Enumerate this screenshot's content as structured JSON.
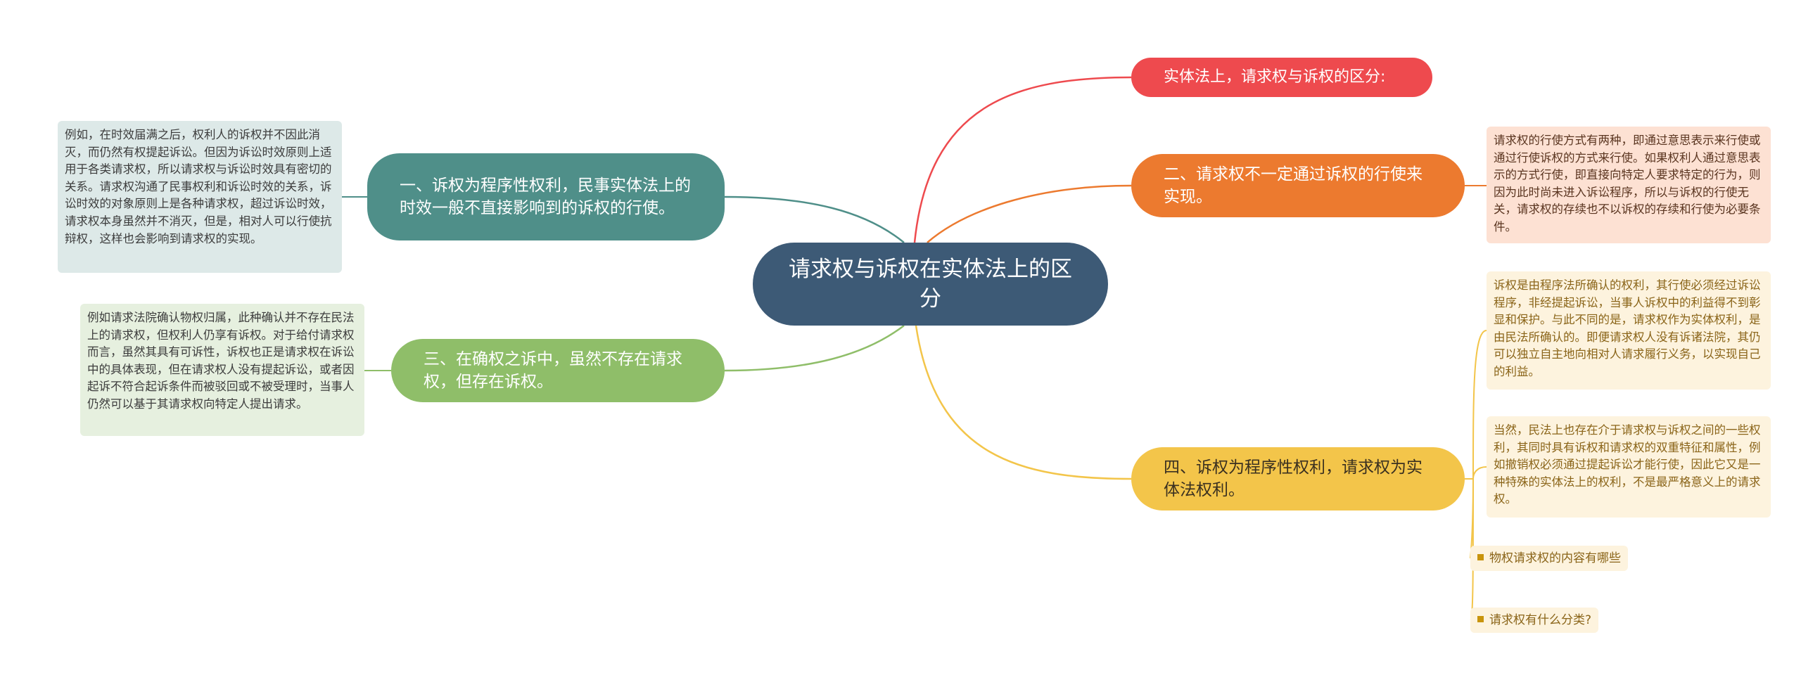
{
  "center": {
    "title": "请求权与诉权在实体法上的区分"
  },
  "branches": {
    "top_red": "实体法上，请求权与诉权的区分:",
    "one": "一、诉权为程序性权利，民事实体法上的时效一般不直接影响到的诉权的行使。",
    "two": "二、请求权不一定通过诉权的行使来实现。",
    "three": "三、在确权之诉中，虽然不存在请求权，但存在诉权。",
    "four": "四、诉权为程序性权利，请求权为实体法权利。"
  },
  "notes": {
    "one": "例如，在时效届满之后，权利人的诉权并不因此消灭，而仍然有权提起诉讼。但因为诉讼时效原则上适用于各类请求权，所以请求权与诉讼时效具有密切的关系。请求权沟通了民事权利和诉讼时效的关系，诉讼时效的对象原则上是各种请求权，超过诉讼时效，请求权本身虽然并不消灭，但是，相对人可以行使抗辩权，这样也会影响到请求权的实现。",
    "two": "请求权的行使方式有两种，即通过意思表示来行使或通过行使诉权的方式来行使。如果权利人通过意思表示的方式行使，即直接向特定人要求特定的行为，则因为此时尚未进入诉讼程序，所以与诉权的行使无关，请求权的存续也不以诉权的存续和行使为必要条件。",
    "three": "例如请求法院确认物权归属，此种确认并不存在民法上的请求权，但权利人仍享有诉权。对于给付请求权而言，虽然其具有可诉性，诉权也正是请求权在诉讼中的具体表现，但在请求权人没有提起诉讼，或者因起诉不符合起诉条件而被驳回或不被受理时，当事人仍然可以基于其请求权向特定人提出请求。",
    "four_a": "诉权是由程序法所确认的权利，其行使必须经过诉讼程序，非经提起诉讼，当事人诉权中的利益得不到彰显和保护。与此不同的是，请求权作为实体权利，是由民法所确认的。即便请求权人没有诉诸法院，其仍可以独立自主地向相对人请求履行义务，以实现自己的利益。",
    "four_b": "当然，民法上也存在介于请求权与诉权之间的一些权利，其同时具有诉权和请求权的双重特征和属性，例如撤销权必须通过提起诉讼才能行使，因此它又是一种特殊的实体法上的权利，不是最严格意义上的请求权。"
  },
  "tags": {
    "one": "物权请求权的内容有哪些",
    "two": "请求权有什么分类?"
  },
  "colors": {
    "center": "#3d5a76",
    "teal": "#4f8f89",
    "green": "#8fbe69",
    "red": "#ee4a4e",
    "orange": "#ec7a2f",
    "yellow": "#f3c54a"
  }
}
